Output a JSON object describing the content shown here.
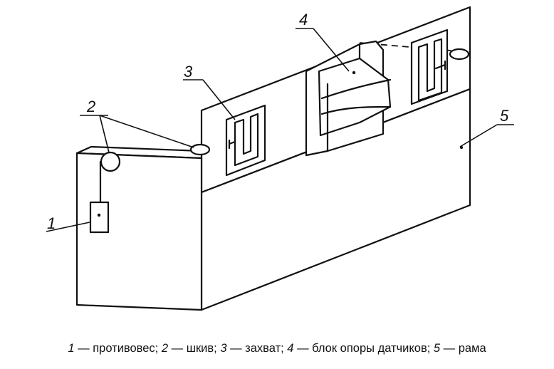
{
  "labels": {
    "l1": "1",
    "l2": "2",
    "l3": "3",
    "l4": "4",
    "l5": "5"
  },
  "caption": [
    {
      "num": "1",
      "text": " — противовес; "
    },
    {
      "num": "2",
      "text": " — шкив; "
    },
    {
      "num": "3",
      "text": " — захват; "
    },
    {
      "num": "4",
      "text": " — блок опоры датчиков; "
    },
    {
      "num": "5",
      "text": " — рама"
    }
  ]
}
